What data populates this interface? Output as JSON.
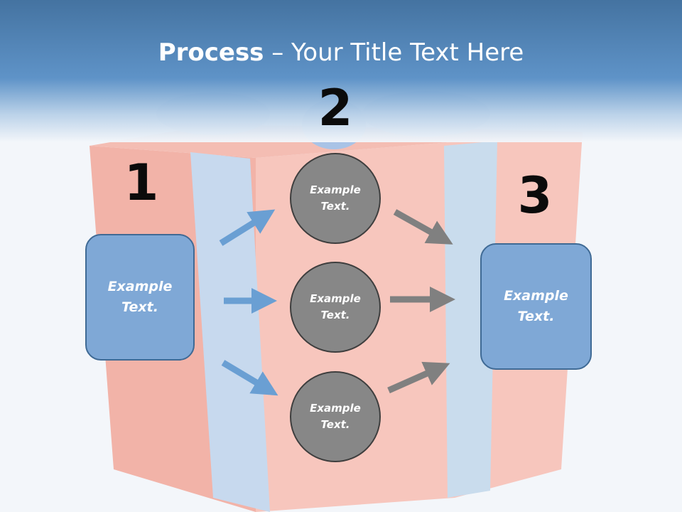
{
  "title": {
    "bold": "Process",
    "rest": " – Your Title Text Here"
  },
  "steps": [
    {
      "number": "1",
      "text": "Example Text."
    },
    {
      "number": "2",
      "items": [
        "Example Text.",
        "Example Text.",
        "Example Text."
      ]
    },
    {
      "number": "3",
      "text": "Example Text."
    }
  ],
  "colors": {
    "header_blue": "#4e82b8",
    "box_fill": "#7fa8d6",
    "circle_fill": "#878787",
    "arrow_blue": "#6a9fd3",
    "arrow_gray": "#808080"
  }
}
